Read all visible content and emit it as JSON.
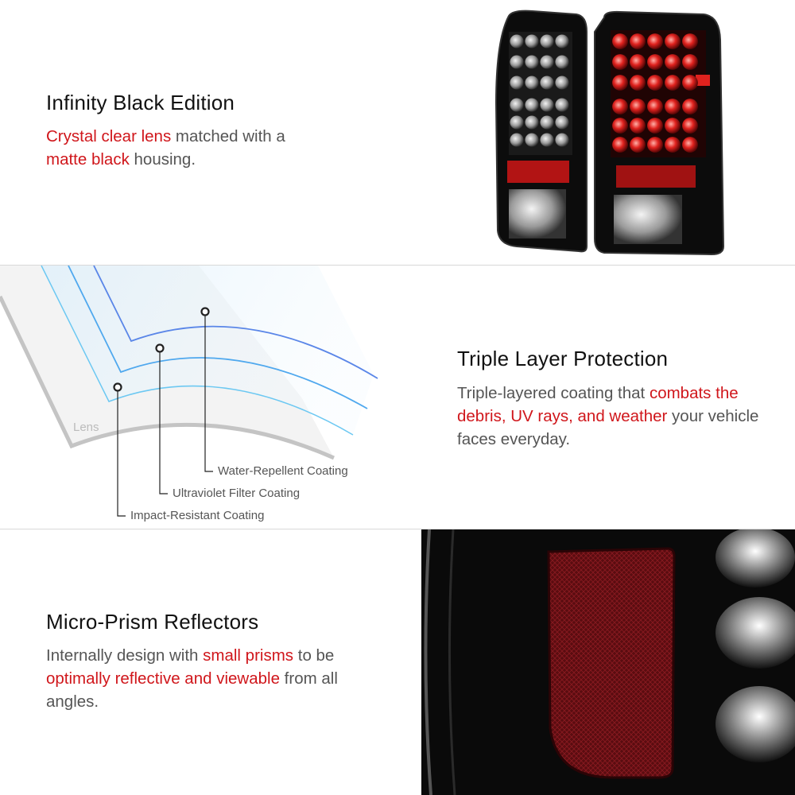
{
  "sections": [
    {
      "title": "Infinity Black Edition",
      "body": [
        {
          "text": "Crystal clear lens",
          "highlight": true
        },
        {
          "text": " matched with a ",
          "highlight": false
        },
        {
          "text": "matte black",
          "highlight": true
        },
        {
          "text": " housing.",
          "highlight": false
        }
      ]
    },
    {
      "title": "Triple Layer Protection",
      "body": [
        {
          "text": "Triple-layered coating that ",
          "highlight": false
        },
        {
          "text": "combats the debris, UV rays, and weather",
          "highlight": true
        },
        {
          "text": " your vehicle faces everyday.",
          "highlight": false
        }
      ],
      "diagram": {
        "lens_label": "Lens",
        "layers": [
          "Water-Repellent Coating",
          "Ultraviolet Filter Coating",
          "Impact-Resistant Coating"
        ]
      }
    },
    {
      "title": "Micro-Prism Reflectors",
      "body": [
        {
          "text": "Internally design with ",
          "highlight": false
        },
        {
          "text": "small prisms",
          "highlight": true
        },
        {
          "text": " to be ",
          "highlight": false
        },
        {
          "text": "optimally reflective and viewable",
          "highlight": true
        },
        {
          "text": " from all angles.",
          "highlight": false
        }
      ]
    }
  ],
  "colors": {
    "accent": "#d0161b",
    "text": "#555555",
    "heading": "#111111"
  }
}
